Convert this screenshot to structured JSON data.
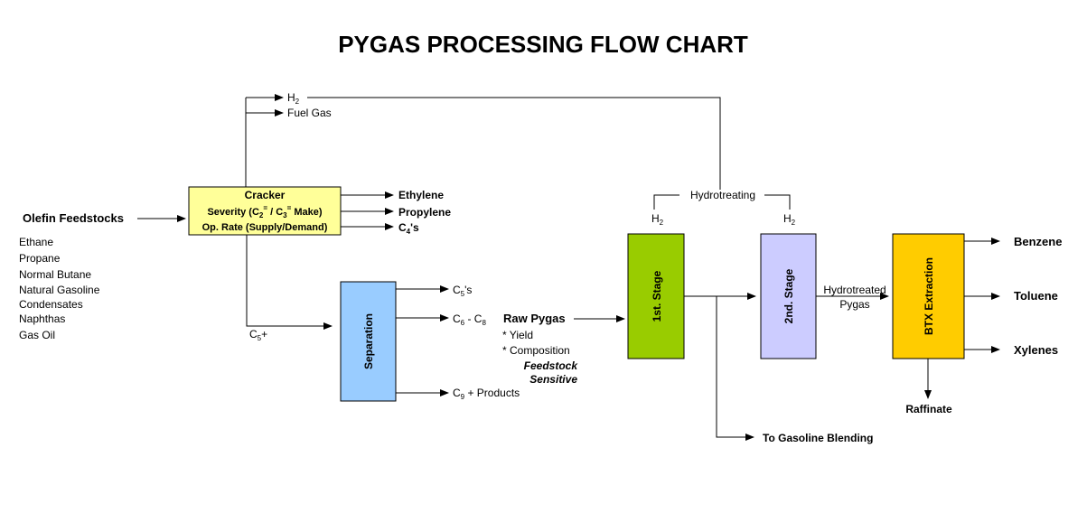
{
  "title": "PYGAS PROCESSING FLOW CHART",
  "feed": {
    "label": "Olefin Feedstocks",
    "items": [
      "Ethane",
      "Propane",
      "Normal Butane",
      "Natural Gasoline",
      "Condensates",
      "Naphthas",
      "Gas Oil"
    ]
  },
  "cracker": {
    "title": "Cracker",
    "severity_prefix": "Severity (C",
    "severity_mid": " / C",
    "severity_suffix": " Make)",
    "sub2": "2",
    "sub3": "3",
    "sup_eq": "=",
    "op_rate": "Op. Rate (Supply/Demand)",
    "outputs": [
      "Ethylene",
      "Propylene"
    ],
    "c4_prefix": "C",
    "c4_sub": "4",
    "c4_suffix": "'s",
    "h2_prefix": "H",
    "h2_sub": "2",
    "fuel_gas": "Fuel Gas",
    "c5plus_prefix": "C",
    "c5plus_sub": "5",
    "c5plus_suffix": "+"
  },
  "separation": {
    "label": "Separation",
    "c5_prefix": "C",
    "c5_sub": "5",
    "c5_suffix": "'s",
    "c6_prefix": "C",
    "c6_sub": "6",
    "c6_mid": " - C",
    "c6_sub2": "8",
    "c9_prefix": "C",
    "c9_sub": "9",
    "c9_suffix": " + Products"
  },
  "raw_pygas": {
    "label": "Raw Pygas",
    "yield": "* Yield",
    "composition": "* Composition",
    "note1": "Feedstock",
    "note2": "Sensitive"
  },
  "hydrotreating": {
    "label": "Hydrotreating",
    "h2_prefix": "H",
    "h2_sub": "2",
    "stage1": "1st. Stage",
    "stage2": "2nd. Stage",
    "out1": "Hydrotreated",
    "out2": "Pygas",
    "gasoline": "To Gasoline Blending"
  },
  "btx": {
    "label": "BTX Extraction",
    "products": [
      "Benzene",
      "Toluene",
      "Xylenes"
    ],
    "raffinate": "Raffinate"
  },
  "colors": {
    "cracker": "#ffff99",
    "separation": "#99ccff",
    "stage1": "#99cc00",
    "stage2": "#ccccff",
    "btx": "#ffcc00"
  }
}
